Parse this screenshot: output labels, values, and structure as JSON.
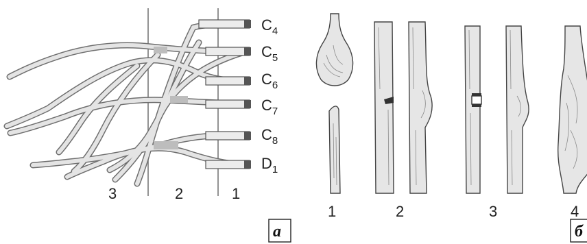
{
  "panel_a": {
    "roots": [
      {
        "base": "C",
        "sub": "4"
      },
      {
        "base": "C",
        "sub": "5"
      },
      {
        "base": "C",
        "sub": "6"
      },
      {
        "base": "C",
        "sub": "7"
      },
      {
        "base": "C",
        "sub": "8"
      },
      {
        "base": "D",
        "sub": "1"
      }
    ],
    "zones": [
      "3",
      "2",
      "1"
    ],
    "letter": "а"
  },
  "panel_b": {
    "items": [
      "1",
      "2",
      "3",
      "4"
    ],
    "letter": "б"
  }
}
